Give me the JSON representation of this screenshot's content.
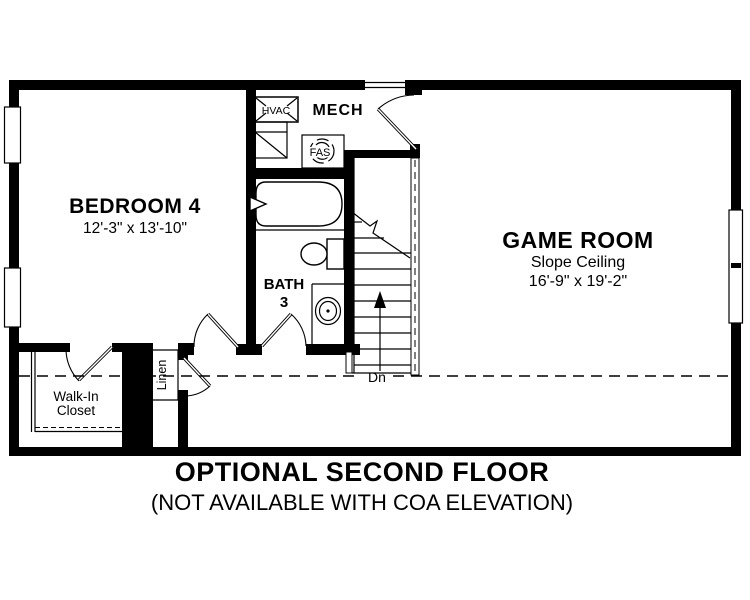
{
  "title": {
    "line1": "OPTIONAL SECOND FLOOR",
    "line2": "(NOT AVAILABLE WITH COA ELEVATION)"
  },
  "rooms": {
    "bedroom4": {
      "name": "BEDROOM 4",
      "dims": "12'-3\" x 13'-10\""
    },
    "game_room": {
      "name": "GAME ROOM",
      "ceiling": "Slope Ceiling",
      "dims": "16'-9\" x 19'-2\""
    },
    "bath3": {
      "name_line1": "BATH",
      "name_line2": "3"
    },
    "mech": {
      "name": "MECH"
    },
    "walk_in_closet": {
      "name_line1": "Walk-In",
      "name_line2": "Closet"
    },
    "linen": {
      "name": "Linen"
    }
  },
  "equipment": {
    "hvac": "HVAC",
    "fas": "FAS"
  },
  "stairs": {
    "direction_label": "Dn"
  },
  "colors": {
    "walls": "#000000",
    "lines": "#1a1a1a",
    "background": "#ffffff"
  }
}
